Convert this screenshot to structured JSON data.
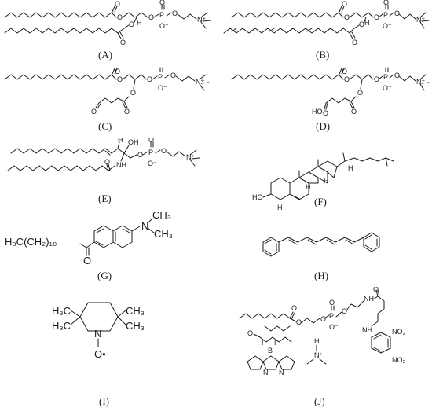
{
  "figure": {
    "panels": [
      {
        "id": "A",
        "label": "(A)"
      },
      {
        "id": "B",
        "label": "(B)"
      },
      {
        "id": "C",
        "label": "(C)"
      },
      {
        "id": "D",
        "label": "(D)"
      },
      {
        "id": "E",
        "label": "(E)"
      },
      {
        "id": "F",
        "label": "(F)"
      },
      {
        "id": "G",
        "label": "(G)"
      },
      {
        "id": "H",
        "label": "(H)"
      },
      {
        "id": "I",
        "label": "(I)"
      },
      {
        "id": "J",
        "label": "(J)"
      }
    ],
    "atoms": {
      "O": "O",
      "P": "P",
      "N": "N",
      "H": "H",
      "OH": "OH",
      "HO": "HO",
      "Ominus": "O⁻",
      "Nplus": "N⁺",
      "Oradical": "O•",
      "CH3": "CH₃",
      "H3C": "H₃C",
      "NH": "NH",
      "F": "F",
      "B": "B",
      "NO2": "NO₂",
      "H3CCH210": "H₃C(CH₂)₁₀"
    }
  }
}
